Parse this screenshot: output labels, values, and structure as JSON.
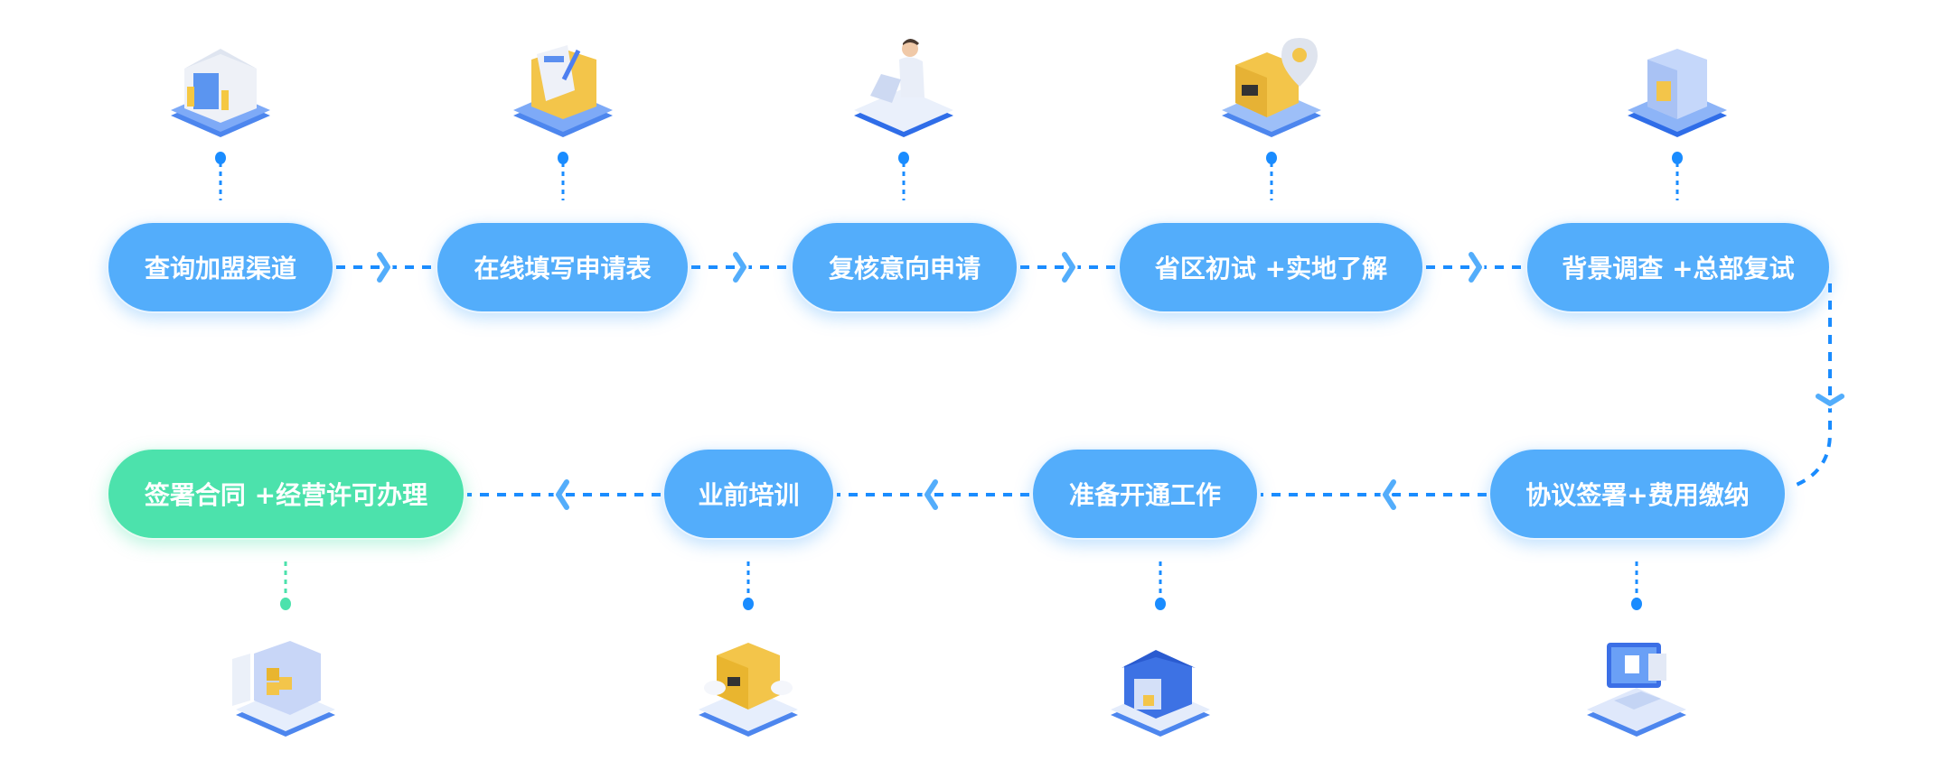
{
  "colors": {
    "step": "#53adfb",
    "final_step": "#4ce2ac",
    "connector": "#1a8cff"
  },
  "steps": [
    {
      "label": "查询加盟渠道",
      "icon": "warehouse-building-icon"
    },
    {
      "label": "在线填写申请表",
      "icon": "application-form-box-icon"
    },
    {
      "label": "复核意向申请",
      "icon": "person-at-laptop-icon"
    },
    {
      "label": "省区初试 +实地了解",
      "icon": "package-location-pin-icon"
    },
    {
      "label": "背景调查 +总部复试",
      "icon": "storefront-icon"
    },
    {
      "label": "协议签署+费用缴纳",
      "icon": "computer-document-icon"
    },
    {
      "label": "准备开通工作",
      "icon": "warehouse-icon"
    },
    {
      "label": "业前培训",
      "icon": "hands-holding-package-icon"
    },
    {
      "label": "签署合同 +经营许可办理",
      "icon": "shipping-container-icon"
    }
  ]
}
